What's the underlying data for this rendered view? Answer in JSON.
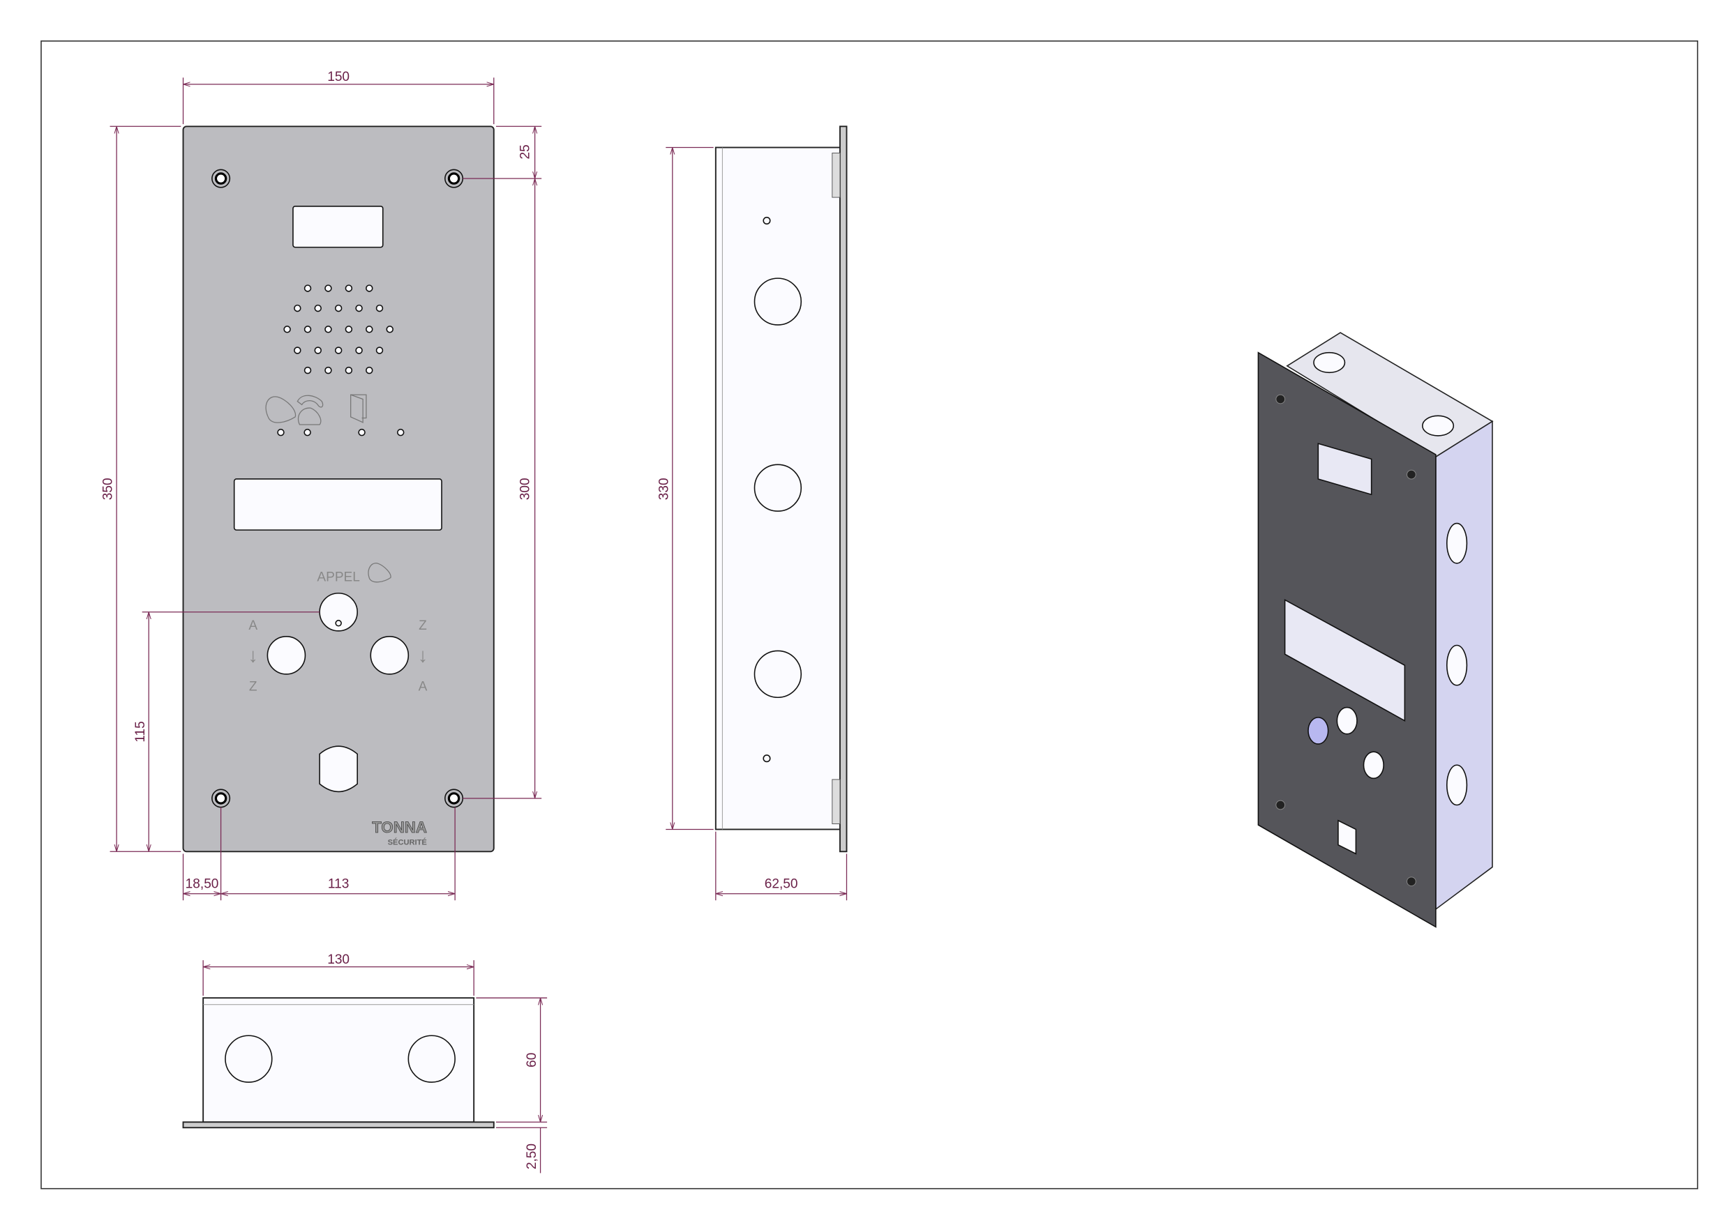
{
  "drawing": {
    "colors": {
      "dimension": "#7a2a55",
      "panel": "#bcbcc0",
      "iso_panel": "#55555a",
      "iso_side": "#d4d4f0"
    },
    "front_view": {
      "panel_labels": {
        "call": "APPEL",
        "left_top": "A",
        "left_bottom": "Z",
        "right_top": "Z",
        "right_bottom": "A",
        "arrow": "↓"
      },
      "logo": {
        "line1": "TONNA",
        "line2": "SÉCURITÉ"
      },
      "icons": [
        "bell-icon",
        "telephone-icon",
        "door-icon"
      ],
      "dimensions": {
        "width": "150",
        "height": "350",
        "top_offset": "25",
        "hole_spacing_vertical": "300",
        "button_height": "115",
        "left_offset": "18,50",
        "hole_spacing_horizontal": "113"
      }
    },
    "side_view": {
      "dimensions": {
        "height": "330",
        "depth": "62,50"
      }
    },
    "bottom_view": {
      "dimensions": {
        "width": "130",
        "depth": "60",
        "flange": "2,50"
      }
    }
  }
}
